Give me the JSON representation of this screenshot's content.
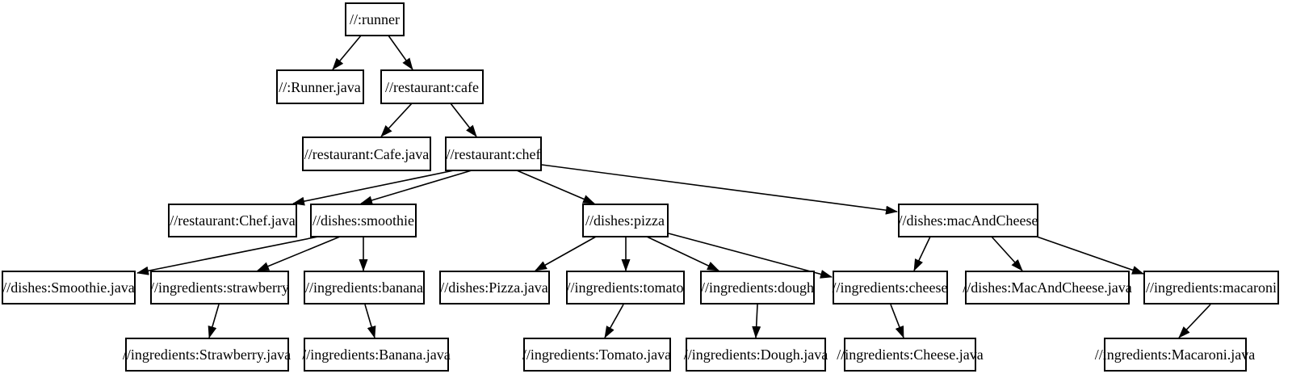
{
  "diagram": {
    "type": "dependency-graph",
    "background_color": "#ffffff",
    "node_fill_color": "#ffffff",
    "node_border_color": "#000000",
    "edge_color": "#000000",
    "text_color": "#000000",
    "nodes": [
      {
        "id": "runner",
        "label": "//:runner"
      },
      {
        "id": "runner-java",
        "label": "//:Runner.java"
      },
      {
        "id": "cafe",
        "label": "//restaurant:cafe"
      },
      {
        "id": "cafe-java",
        "label": "//restaurant:Cafe.java"
      },
      {
        "id": "chef",
        "label": "//restaurant:chef"
      },
      {
        "id": "chef-java",
        "label": "//restaurant:Chef.java"
      },
      {
        "id": "smoothie",
        "label": "//dishes:smoothie"
      },
      {
        "id": "pizza",
        "label": "//dishes:pizza"
      },
      {
        "id": "macandcheese",
        "label": "//dishes:macAndCheese"
      },
      {
        "id": "smoothie-java",
        "label": "//dishes:Smoothie.java"
      },
      {
        "id": "strawberry",
        "label": "//ingredients:strawberry"
      },
      {
        "id": "banana",
        "label": "//ingredients:banana"
      },
      {
        "id": "pizza-java",
        "label": "//dishes:Pizza.java"
      },
      {
        "id": "tomato",
        "label": "//ingredients:tomato"
      },
      {
        "id": "dough",
        "label": "//ingredients:dough"
      },
      {
        "id": "cheese",
        "label": "//ingredients:cheese"
      },
      {
        "id": "macandcheese-java",
        "label": "//dishes:MacAndCheese.java"
      },
      {
        "id": "macaroni",
        "label": "//ingredients:macaroni"
      },
      {
        "id": "strawberry-java",
        "label": "//ingredients:Strawberry.java"
      },
      {
        "id": "banana-java",
        "label": "//ingredients:Banana.java"
      },
      {
        "id": "tomato-java",
        "label": "//ingredients:Tomato.java"
      },
      {
        "id": "dough-java",
        "label": "//ingredients:Dough.java"
      },
      {
        "id": "cheese-java",
        "label": "//ingredients:Cheese.java"
      },
      {
        "id": "macaroni-java",
        "label": "//ingredients:Macaroni.java"
      }
    ],
    "edges": [
      {
        "from": "//:runner",
        "to": "//:Runner.java"
      },
      {
        "from": "//:runner",
        "to": "//restaurant:cafe"
      },
      {
        "from": "//restaurant:cafe",
        "to": "//restaurant:Cafe.java"
      },
      {
        "from": "//restaurant:cafe",
        "to": "//restaurant:chef"
      },
      {
        "from": "//restaurant:chef",
        "to": "//restaurant:Chef.java"
      },
      {
        "from": "//restaurant:chef",
        "to": "//dishes:smoothie"
      },
      {
        "from": "//restaurant:chef",
        "to": "//dishes:pizza"
      },
      {
        "from": "//restaurant:chef",
        "to": "//dishes:macAndCheese"
      },
      {
        "from": "//dishes:smoothie",
        "to": "//dishes:Smoothie.java"
      },
      {
        "from": "//dishes:smoothie",
        "to": "//ingredients:strawberry"
      },
      {
        "from": "//dishes:smoothie",
        "to": "//ingredients:banana"
      },
      {
        "from": "//ingredients:strawberry",
        "to": "//ingredients:Strawberry.java"
      },
      {
        "from": "//ingredients:banana",
        "to": "//ingredients:Banana.java"
      },
      {
        "from": "//dishes:pizza",
        "to": "//dishes:Pizza.java"
      },
      {
        "from": "//dishes:pizza",
        "to": "//ingredients:tomato"
      },
      {
        "from": "//dishes:pizza",
        "to": "//ingredients:dough"
      },
      {
        "from": "//dishes:pizza",
        "to": "//ingredients:cheese"
      },
      {
        "from": "//dishes:macAndCheese",
        "to": "//ingredients:cheese"
      },
      {
        "from": "//dishes:macAndCheese",
        "to": "//dishes:MacAndCheese.java"
      },
      {
        "from": "//dishes:macAndCheese",
        "to": "//ingredients:macaroni"
      },
      {
        "from": "//ingredients:tomato",
        "to": "//ingredients:Tomato.java"
      },
      {
        "from": "//ingredients:dough",
        "to": "//ingredients:Dough.java"
      },
      {
        "from": "//ingredients:cheese",
        "to": "//ingredients:Cheese.java"
      },
      {
        "from": "//ingredients:macaroni",
        "to": "//ingredients:Macaroni.java"
      }
    ]
  }
}
